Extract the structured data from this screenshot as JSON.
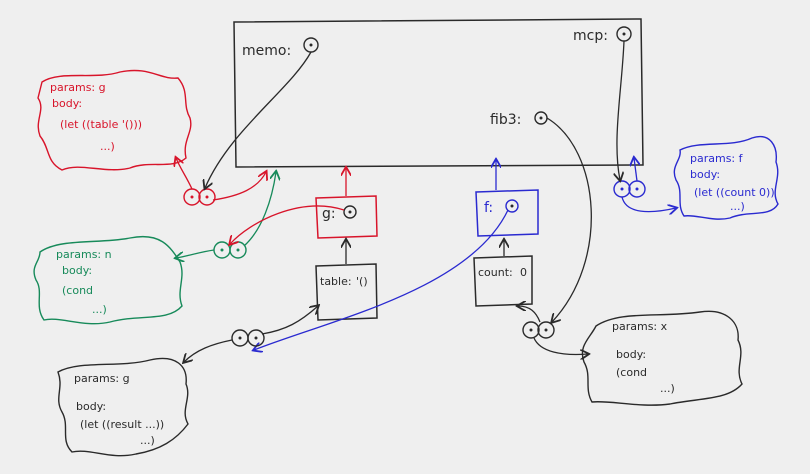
{
  "colors": {
    "black": "#2a2a2a",
    "red": "#d8142a",
    "green": "#178a5a",
    "blue": "#2a2ad0",
    "gray": "#5a5a5a"
  },
  "global_frame": {
    "memo_label": "memo:",
    "mcp_label": "mcp:",
    "fib3_label": "fib3:"
  },
  "frames": {
    "g_frame": "g:",
    "f_frame": "f:",
    "table_frame": "table:",
    "table_value": "'()",
    "count_frame": "count:",
    "count_value": "0"
  },
  "procedures": {
    "red": {
      "params": "params: g",
      "body": "body:",
      "line1": "(let ((table '()))",
      "line2": "...)"
    },
    "green": {
      "params": "params: n",
      "body": "body:",
      "line1": "(cond",
      "line2": "...)"
    },
    "blue": {
      "params": "params: f",
      "body": "body:",
      "line1": "(let ((count 0))",
      "line2": "...)"
    },
    "black_left": {
      "params": "params: g",
      "body": "body:",
      "line1": "(let ((result ...))",
      "line2": "...)"
    },
    "black_right": {
      "params": "params: x",
      "body": "body:",
      "line1": "(cond",
      "line2": "...)"
    }
  }
}
